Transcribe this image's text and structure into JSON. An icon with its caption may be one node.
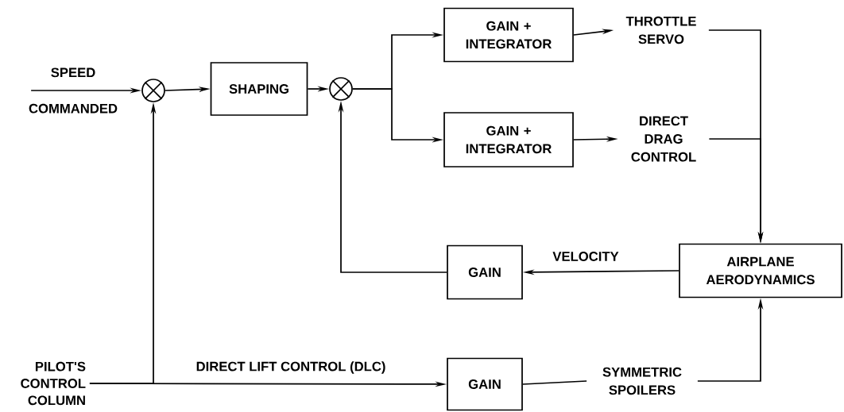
{
  "diagram": {
    "nodes": [
      {
        "text": [
          "SPEED COMMANDED"
        ]
      },
      {
        "text": [],
        "shape": "circle"
      },
      {
        "text": [
          "SHAPING"
        ]
      },
      {
        "text": [],
        "shape": "circle"
      },
      {
        "text": [
          "GAIN + INTEGRATOR"
        ]
      },
      {
        "text": [
          "THROTTLE SERVO"
        ]
      },
      {
        "text": [
          "GAIN + INTEGRATOR"
        ]
      },
      {
        "text": [
          "DIRECT DRAG CONTROL"
        ]
      },
      {
        "text": [
          "GAIN"
        ]
      },
      {
        "text": [
          "AIRPLANE AERODYNAMICS"
        ]
      },
      {
        "text": [
          "PILOT'S CONTROL COLUMN"
        ]
      },
      {
        "text": [
          "GAIN"
        ]
      },
      {
        "text": [
          "SYMMETRIC SPOILERS"
        ]
      }
    ],
    "edges": [
      {
        "from": 0,
        "to": 1,
        "arrow": "to"
      },
      {
        "from": 1,
        "to": 2,
        "arrow": "to"
      },
      {
        "from": 2,
        "to": 3,
        "arrow": "to"
      },
      {
        "from": 3,
        "to": 4,
        "arrow": "to"
      },
      {
        "from": 3,
        "to": 6,
        "arrow": "to"
      },
      {
        "from": 4,
        "to": 5,
        "arrow": "to"
      },
      {
        "from": 6,
        "to": 7,
        "arrow": "to"
      },
      {
        "from": 5,
        "to": 9,
        "arrow": "to"
      },
      {
        "from": 7,
        "to": 9,
        "arrow": "to"
      },
      {
        "from": 9,
        "to": 8,
        "arrow": "to",
        "label": "VELOCITY"
      },
      {
        "from": 8,
        "to": 3,
        "arrow": "to"
      },
      {
        "from": 10,
        "to": 1,
        "arrow": "to"
      },
      {
        "from": 10,
        "to": 11,
        "arrow": "to",
        "label": "DIRECT LIFT CONTROL (DLC)"
      },
      {
        "from": 11,
        "to": 12,
        "arrow": "none"
      },
      {
        "from": 12,
        "to": 9,
        "arrow": "to"
      }
    ]
  }
}
